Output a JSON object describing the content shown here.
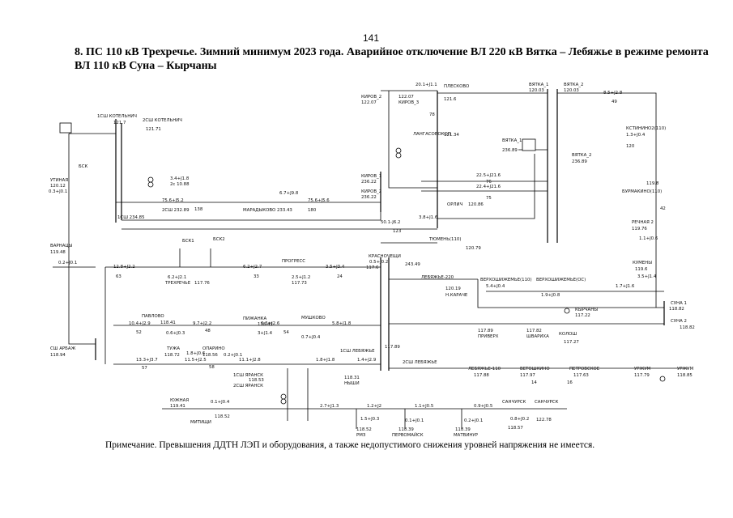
{
  "page_number": "141",
  "title": "8. ПС 110 кВ Трехречье. Зимний минимум 2023 года. Аварийное отключение ВЛ 220 кВ Вятка – Лебяжье в режиме ремонта ВЛ 110 кВ Суна – Кырчаны",
  "note": "Примечание. Превышения ДДТН ЛЭП и оборудования, а также недопустимого снижения уровней напряжения не имеется.",
  "labels": {
    "sh1_kotelnich": "1СШ КОТЕЛЬНИЧ",
    "sh1_kotelnich_v": "121.7",
    "sh2_kotelnich": "2СШ КОТЕЛЬНИЧ",
    "sh2_kotelnich_v": "121.71",
    "bsk_k": "БСК",
    "utiniya": "УТИНАЯ",
    "utiniya_v": "120.12",
    "utiniya_f": "0.3+J0.1",
    "flow_kot_a": "3.4+J1.8",
    "flow_kot_b": "2с 10.88",
    "sh2_v": "2СШ 232.89",
    "sh1_v": "1СШ 234.85",
    "flow_75a": "75.6+J5.2",
    "flow_75b": "75.6+J5.6",
    "marad": "МАРАДЫКОВО 233.43",
    "flow_67": "6.7+J9.8",
    "kirov2a": "КИРОВ_2",
    "kirov2a_v": "122.07",
    "kirov3": "КИРОВ_3",
    "kirov3_v": "122.07",
    "plesh": "ПЛЕСКОВО",
    "plesh_v": "121.6",
    "flow_201": "20.1+J1.1",
    "lang": "ЛАНГАСОВОКОП",
    "lang_v": "121.34",
    "kirov1": "КИРОВ_1",
    "kirov1_v": "236.22",
    "kirov2b": "КИРОВ_2",
    "kirov2b_v": "236.22",
    "flow_225": "22.5+J21.6",
    "flow_224": "22.4+J21.6",
    "vyatka1": "ВЯТКА_1",
    "vyatka1_v": "120.03",
    "vyatka2b": "ВЯТКА_2",
    "vyatka2b_v": "120.03",
    "flow_85": "8.5+J2.8",
    "vyatka1h": "ВЯТКА_1",
    "vyatka1h_v": "236.89",
    "vyatka2h": "ВЯТКА_2",
    "vyatka2h_v": "236.89",
    "kstinino": "КСТИНИНО2(110)",
    "kstinino_v": "120",
    "kstinino_f": "1.3+J0.4",
    "burmakino": "БУРМАКИНО(110)",
    "burmakino_v": "119.8",
    "rechnaya": "РЕЧНАЯ 2",
    "rechnaya_v": "119.76",
    "rechnaya_f": "1.1+J0.6",
    "kumeny": "КУМЕНЫ",
    "kumeny_v": "119.6",
    "kumeny_f": "3.5+J1.4",
    "suna1": "СУНА 1",
    "suna1_v": "118.82",
    "suna2": "СУНА 2",
    "suna2_v": "118.82",
    "orlich": "ОРЛИЧ",
    "orlich_v": "120.86",
    "flow_38": "3.8+J1.6",
    "tyumen": "ТЮМЕНЬ(110)",
    "tyumen_v": "120.79",
    "flow_501": "50.1-J6.2",
    "varnacy": "ВАРНАЦЫ",
    "varnacy_v": "119.48",
    "varnacy_f": "0.2+J0.1",
    "bsk1": "БСК1",
    "bsk2": "БСК2",
    "trehreche": "ТРЕХРЕЧЬЕ",
    "trehreche_v": "117.76",
    "trehreche_f": "6.2+J2.1",
    "progress": "ПРОГРЕСС",
    "progress_v": "117.73",
    "progress_f": "2.5+J1.2",
    "flow_128": "12.8+J2.2",
    "flow_62": "6.2+J2.7",
    "flow_35": "3.5+J3.4",
    "krasnoch": "КРАСНОЧЕЩИ",
    "krasnoch_v": "0.5+J0.2",
    "krasnoch_b": "117.6",
    "lebyazhe220": "ЛЕБЯЖЬЕ-220",
    "lebyazhe220_v": "243.49",
    "nikuchy": "Н.КАРАЧЕ",
    "nikuchy_v": "120.19",
    "verkhosh1": "ВЕРХОШИЖЕМЬЕ(110)",
    "verkhosh2": "ВЕРХОШИЖЕМЬЕ(ОС)",
    "flow_54": "5.4+J0.4",
    "flow_19": "1.9+J0.8",
    "flow_17": "1.7+J1.6",
    "kyrchany": "КЫРЧАНЫ",
    "kyrchany_v": "117.22",
    "pavlovo": "ПАВЛОВО",
    "pavlovo_v": "118.41",
    "pavlovo_f": "0.6+J0.3",
    "pizhanka": "ПИЖАНКА",
    "pizhanka_v": "118.41",
    "pizhanka_f": "3+J1.4",
    "mushkovo": "МУШКОВО",
    "mushkovo_v": "0.7+J0.4",
    "flow_104": "10.4+J2.9",
    "flow_97": "9.7+J2.2",
    "flow_63": "6.3+J2.6",
    "flow_58": "5.8+J1.8",
    "tuzha": "ТУЖА",
    "tuzha_v": "118.72",
    "tuzha_f": "1.8+J0.6",
    "oparino": "ОПАРИНО",
    "oparino_v": "118.56",
    "oparino_f": "0.2+J0.1",
    "sh1_arbazh": "СШ АРБАЖ",
    "sh1_arbazh_v": "118.94",
    "flow_133": "13.3+J3.7",
    "flow_115": "11.5+J2.5",
    "flow_111": "11.1+J2.8",
    "yaransk1": "1СШ ЯРАНСК",
    "yaransk2": "2СШ ЯРАНСК",
    "yaransk_v": "118.53",
    "lebyazhe110_1": "1СШ ЛЕБЯЖЬЕ",
    "lebyazhe110_2": "2СШ ЛЕБЯЖЬЕ",
    "lebyazhe110_v": "117.89",
    "nushi": "НЫШИ",
    "nushi_v": "118.31",
    "flow_18": "1.8+J1.8",
    "flow_14": "1.4+J2.9",
    "priverh": "ПРИВЕРХ",
    "priverh_v": "117.89",
    "shvarikha": "ШВАРИХА",
    "shvarikha_v": "117.82",
    "kolosh": "КОЛОШ",
    "kolosh_v": "117.27",
    "lebyazhe110": "ЛЕБЯЖЬЕ-110",
    "lebyazhe110b_v": "117.88",
    "vetoshkino": "ВЕТОШКИНО",
    "vetoshkino_v": "117.97",
    "petrovskoe": "ПЕТРОВСКОЕ",
    "petrovskoe_v": "117.63",
    "urzhum": "УРЖУМ",
    "urzhum_v": "117.79",
    "urzhum2": "УРЖУМ",
    "urzhum2_v": "118.85",
    "yuzhnaya": "ЮЖНАЯ",
    "yuzhnaya_v": "119.41",
    "yuzhnaya_f": "0.1+J0.4",
    "mitishi": "МИТИЩИ",
    "mitishi_v": "118.52",
    "rmz": "РМЗ",
    "rmz_v": "118.52",
    "pervomaisk": "ПЕРВОМАЙСК",
    "pervomaisk_v": "118.39",
    "matvinur": "МАТВИНУР",
    "matvinur_v": "118.39",
    "sanchursk": "САНЧУРСК",
    "sanchursk_v": "118.57",
    "sanchursk2": "САНЧУРСК",
    "sanchursk2_v": "122.78",
    "flow_27": "2.7+J1.3",
    "flow_12": "1.2+J2",
    "flow_11": "1.1+J0.5",
    "flow_09": "0.9+J0.5",
    "flow_15": "1.5+J0.3",
    "flow_01": "0.1+J0.1",
    "flow_02": "0.2+J0.1",
    "flow_08": "0.8+J0.2",
    "n_138": "138",
    "n_180": "180",
    "n_123": "123",
    "n_63": "63",
    "n_33": "33",
    "n_24": "24",
    "n_52": "52",
    "n_48": "48",
    "n_54": "54",
    "n_57": "57",
    "n_58": "58",
    "n_78": "78",
    "n_76": "76",
    "n_75": "75",
    "n_49": "49",
    "n_42": "42",
    "n_16": "16",
    "n_14": "14"
  }
}
